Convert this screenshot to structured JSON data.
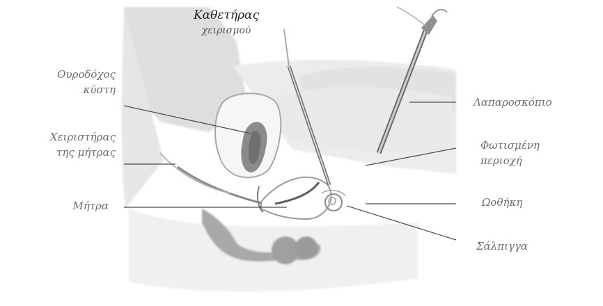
{
  "figure": {
    "catheter_label": [
      "Καθετήρας",
      "χειρισμού"
    ],
    "labels_left": [
      {
        "id": "bladder",
        "lines": [
          "Ουροδόχος",
          "κύστη"
        ]
      },
      {
        "id": "uterine-manipulator",
        "lines": [
          "Χειριστήρας",
          "της μήτρας"
        ]
      },
      {
        "id": "uterus",
        "lines": [
          "Μήτρα"
        ]
      }
    ],
    "labels_right": [
      {
        "id": "laparoscope",
        "lines": [
          "Λαπαροσκόπιο"
        ]
      },
      {
        "id": "illuminated-area",
        "lines": [
          "Φωτισμένη",
          "περιοχή"
        ]
      },
      {
        "id": "ovary",
        "lines": [
          "Ωοθήκη"
        ]
      },
      {
        "id": "fallopian-tube",
        "lines": [
          "Σάλπιγγα"
        ]
      }
    ]
  }
}
